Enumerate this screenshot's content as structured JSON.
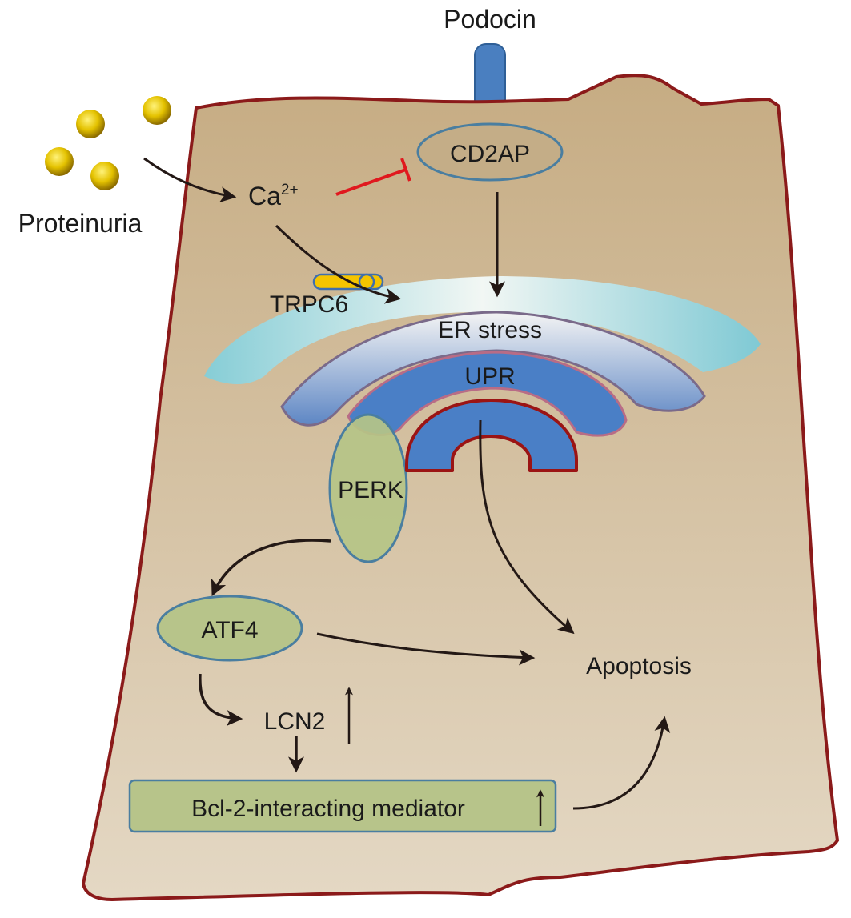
{
  "labels": {
    "podocin": "Podocin",
    "proteinuria": "Proteinuria",
    "ca_base": "Ca",
    "ca_sup": "2+",
    "cd2ap": "CD2AP",
    "trpc6": "TRPC6",
    "er_stress": "ER stress",
    "upr": "UPR",
    "perk": "PERK",
    "atf4": "ATF4",
    "apoptosis": "Apoptosis",
    "lcn2": "LCN2",
    "bim": "Bcl-2-interacting mediator"
  },
  "colors": {
    "cell_fill": "#c9b28c",
    "cell_border": "#8b1a1a",
    "er_outer": "#8fd0d8",
    "er_middle": "#6e93c9",
    "er_inner": "#4a7fc6",
    "er_core_border": "#9b1414",
    "perk_fill": "#b5c487",
    "node_fill": "#b7c48a",
    "node_border": "#4a7ea0",
    "podocin_fill": "#4a7fc0",
    "protein_dot": "#e8c800",
    "inhibition": "#e0181e",
    "arrow": "#231815"
  }
}
